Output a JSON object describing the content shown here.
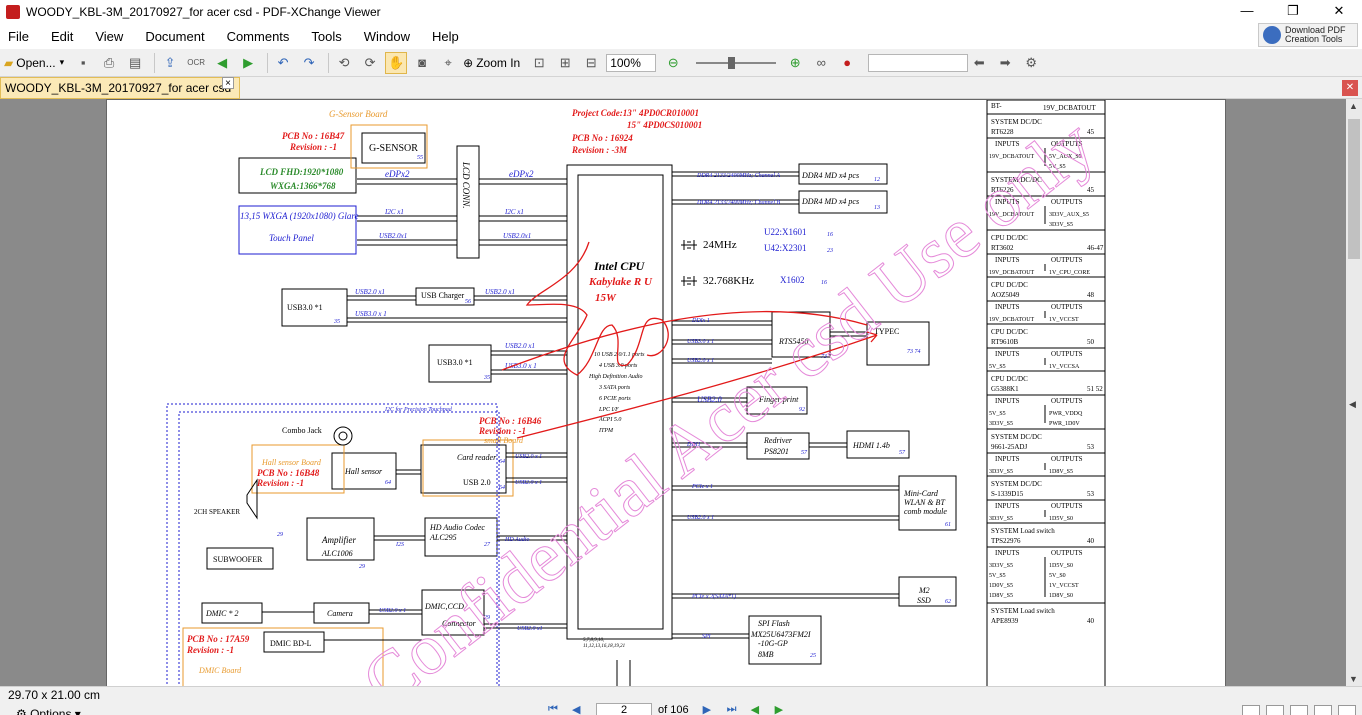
{
  "window": {
    "title": "WOODY_KBL-3M_20170927_for acer csd - PDF-XChange Viewer",
    "minimize": "—",
    "maximize": "❐",
    "close": "✕"
  },
  "menu": [
    "File",
    "Edit",
    "View",
    "Document",
    "Comments",
    "Tools",
    "Window",
    "Help"
  ],
  "download_pdf": {
    "line1": "Download PDF",
    "line2": "Creation Tools"
  },
  "toolbar": {
    "open_label": "Open...",
    "zoom_in_label": "Zoom In",
    "zoom_value": "100%",
    "search_value": ""
  },
  "tab": {
    "label": "WOODY_KBL-3M_20170927_for acer csd",
    "close": "×"
  },
  "status": {
    "page_size": "29.70 x 21.00 cm",
    "options_label": "Options",
    "current_page": "2",
    "total_pages": "of 106"
  },
  "schematic": {
    "gsensor_board": "G-Sensor Board",
    "pcb_16b47": "PCB  No : 16B47",
    "rev_1": "Revision :  -1",
    "gsensor": "G-SENSOR",
    "n55": "55",
    "lcd_conn": "LCD CONN.",
    "lcd_fhd": "LCD FHD:1920*1080",
    "wxga": "WXGA:1366*768",
    "edpx2": "eDPx2",
    "touch_panel_1": "13,15 WXGA (1920x1080) Glare",
    "touch_panel_2": "Touch Panel",
    "i2c_x1": "I2C x1",
    "usb20x1": "USB2.0x1",
    "project_code": "Project Code:13\"  4PD0CR010001",
    "project_code_2": "15\"  4PD0CS010001",
    "pcb_16924": "PCB  No : 16924",
    "rev_3m": "Revision : -3M",
    "ddr_a": "DDR4 2133/2400MHz; Channel A",
    "ddr_b": "DDR4 2133/2400MHz; Channel B",
    "ddr4_md": "DDR4 MD x4 pcs",
    "n12": "12",
    "n13": "13",
    "u22": "U22:X1601",
    "u42": "U42:X2301",
    "n16": "16",
    "n23": "23",
    "mhz24": "24MHz",
    "khz": "32.768KHz",
    "x1602": "X1602",
    "intel_cpu": "Intel CPU",
    "kabylake": "Kabylake R U",
    "w15": "15W",
    "usb30_1": "USB3.0 *1",
    "usb_charger": "USB Charger",
    "usb20_x1": "USB2.0 x1",
    "usb30_x1": "USB3.0 x 1",
    "n35": "35",
    "n56": "56",
    "cpu_features": [
      "10 USB 2.0/1.1 ports",
      "4 USB 3.0 ports",
      "High Definition Audio",
      "3 SATA ports",
      "6 PCIE ports",
      "LPC I/F",
      "ACPI 5.0",
      "ITPM"
    ],
    "ddi_x1": "DDIx 1",
    "usb30x1": "USB3.0 x 1",
    "usb20x1b": "USB2.0 x 1",
    "rts5450": "RTS5450",
    "n73": "73",
    "typec": "TYPEC",
    "n7374": "73  74",
    "usb20": "USB2.0",
    "finger_print": "Finger print",
    "n92": "92",
    "i2c_touchpad": "I2C  for Precision Touchpad",
    "combo_jack": "Combo Jack",
    "pcb_16b46": "PCB  No : 16B46",
    "rev_1b": "Revision : -1",
    "small_board": "small  Board",
    "ddi1": "DDI1",
    "redriver": "Redriver",
    "ps8201": "PS8201",
    "n57": "57",
    "hdmi": "HDMI 1.4b",
    "hall_board": "Hall sensor  Board",
    "pcb_16b48": "PCB  No : 16B48",
    "rev_1c": "Revision : -1",
    "hall_sensor": "Hall sensor",
    "n64": "64",
    "card_reader": "Card reader",
    "usb20_x1c": "USB2.0 x 1",
    "usb_20": "USB 2.0",
    "pcie_x1": "PCIe x 1",
    "usb20_x1d": "USB2.0 x 1",
    "minicard_1": "Mini-Card",
    "minicard_2": "WLAN & BT",
    "minicard_3": "comb module",
    "n61": "61",
    "speaker": "2CH SPEAKER",
    "n29": "29",
    "amplifier": "Amplifier",
    "alc1006": "ALC1006",
    "i2s": "I2S",
    "hd_codec": "HD Audio Codec",
    "alc295": "ALC295",
    "n27": "27",
    "hd_audio": "HD Audio",
    "subwoofer": "SUBWOOFER",
    "pcie_sata": "PCIe x 2(SATA*1)",
    "m2_ssd_1": "M2",
    "m2_ssd_2": "SSD",
    "n62": "62",
    "dmic2": "DMIC * 2",
    "camera": "Camera",
    "usb20_x1e": "USB2.0 x 1",
    "dmic_ccd": "DMIC,CCD",
    "connector": "Connector",
    "spi": "SPI",
    "spi_flash": "SPI Flash",
    "mx25": "MX25U6473FM2I",
    "gp10": "-10G-GP",
    "mb8": "8MB",
    "n25": "25",
    "pcb_17a59": "PCB  No : 17A59",
    "rev_1d": "Revision : -1",
    "dmic_bdl": "DMIC BD-L",
    "dmic_board": "DMIC Board",
    "usb20_x1f": "USB2.0 x1",
    "cpu_pages": "5,7,8,9,10,",
    "cpu_pages_2": "11,12,13,16,18,19,21",
    "watermark": "Confidential Acer csd Use only"
  },
  "power_table": [
    {
      "title": "SYSTEM DC/DC",
      "part": "RT6228",
      "page": "45",
      "in": [
        "19V_DCBATOUT"
      ],
      "out": [
        "5V_AUX_S5",
        "5V_S5"
      ]
    },
    {
      "title": "SYSTEM DC/DC",
      "part": "RT6226",
      "page": "45",
      "in": [
        "19V_DCBATOUT"
      ],
      "out": [
        "3D3V_AUX_S5",
        "3D3V_S5"
      ]
    },
    {
      "title": "CPU DC/DC",
      "part": "RT3602",
      "page": "46-47",
      "in": [
        "19V_DCBATOUT"
      ],
      "out": [
        "1V_CPU_CORE"
      ]
    },
    {
      "title": "CPU  DC/DC",
      "part": "AOZ5049",
      "page": "48",
      "in": [
        "19V_DCBATOUT"
      ],
      "out": [
        "1V_VCCST"
      ]
    },
    {
      "title": "CPU DC/DC",
      "part": "RT9610B",
      "page": "50",
      "in": [
        "5V_S5"
      ],
      "out": [
        "1V_VCCSA"
      ]
    },
    {
      "title": "CPU DC/DC",
      "part": "G5388K1",
      "page": "51  52",
      "in": [
        "5V_S5",
        "3D3V_S5"
      ],
      "out": [
        "PWR_VDDQ",
        "PWR_1D0V"
      ]
    },
    {
      "title": "SYSTEM DC/DC",
      "part": "9661-25ADJ",
      "page": "53",
      "in": [
        "3D3V_S5"
      ],
      "out": [
        "1D8V_S5"
      ]
    },
    {
      "title": "SYSTEM  DC/DC",
      "part": "S-1339D15",
      "page": "53",
      "in": [
        "3D3V_S5"
      ],
      "out": [
        "1D5V_S0"
      ]
    },
    {
      "title": "SYSTEM  Load switch",
      "part": "TPS22976",
      "page": "40",
      "in": [
        "3D3V_S5",
        "5V_S5",
        "1D0V_S5",
        "1D8V_S5"
      ],
      "out": [
        "1D5V_S0",
        "5V_S0",
        "1V_VCCST",
        "1D8V_S0"
      ]
    }
  ],
  "power_table_top": {
    "bt": "BT-",
    "top_label": "19V_DCBATOUT",
    "inputs": "INPUTS",
    "outputs": "OUTPUTS",
    "last_title": "SYSTEM  Load switch",
    "last_part": "APE8939",
    "last_page": "40"
  }
}
